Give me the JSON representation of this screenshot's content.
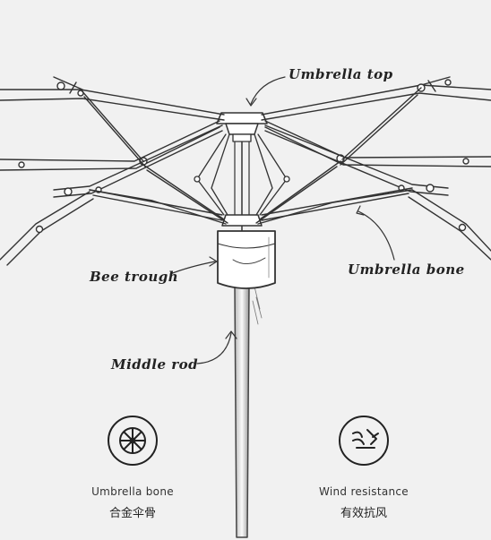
{
  "callouts": {
    "top": "Umbrella top",
    "bee_trough": "Bee trough",
    "bone": "Umbrella bone",
    "rod": "Middle rod"
  },
  "features": [
    {
      "icon": "umbrella-bone-icon",
      "label": "Umbrella bone",
      "label_cn": "合金伞骨"
    },
    {
      "icon": "wind-resistance-icon",
      "label": "Wind resistance",
      "label_cn": "有效抗风"
    }
  ],
  "colors": {
    "background": "#f1f1f1",
    "line": "#333333"
  }
}
